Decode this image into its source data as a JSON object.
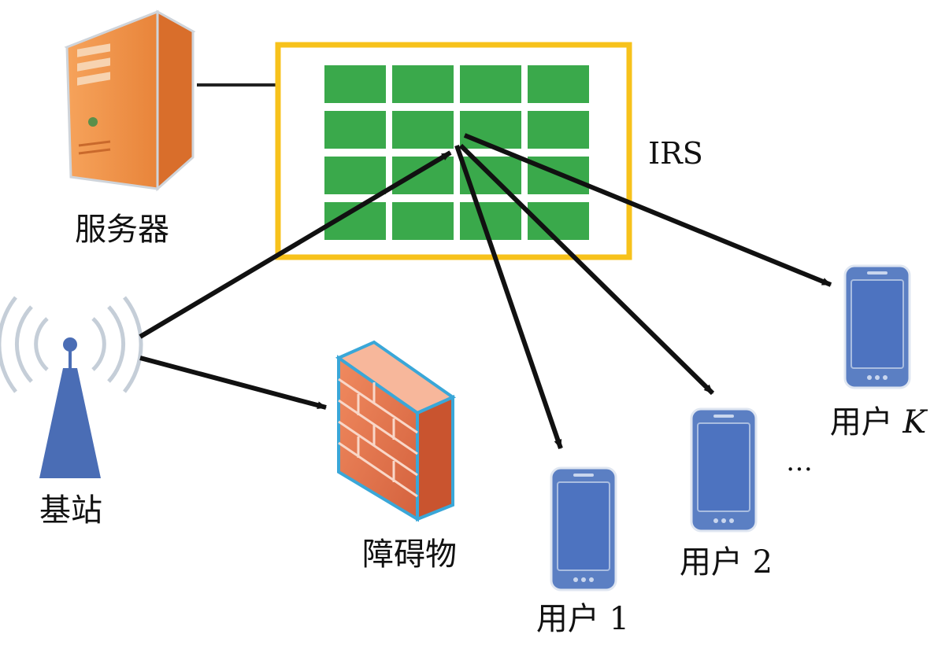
{
  "labels": {
    "server": "服务器",
    "irs": "IRS",
    "base_station": "基站",
    "obstacle": "障碍物",
    "user_1": "用户 1",
    "user_2": "用户 2",
    "user_k": "用户 K",
    "ellipsis": "…"
  },
  "colors": {
    "irs_frame": "#f7c21b",
    "irs_element": "#3aa94b",
    "server_orange": "#e8843a",
    "phone_blue": "#5b7fc3",
    "phone_screen": "#4d73c0",
    "tower_blue": "#4a6db5",
    "wave_gray": "#b9c4d0",
    "brick": "#e0704a",
    "arrow": "#111111"
  },
  "irs_grid": {
    "rows": 4,
    "cols": 4
  },
  "icons": [
    "server-icon",
    "base-station-icon",
    "firewall-icon",
    "smartphone-icon"
  ]
}
